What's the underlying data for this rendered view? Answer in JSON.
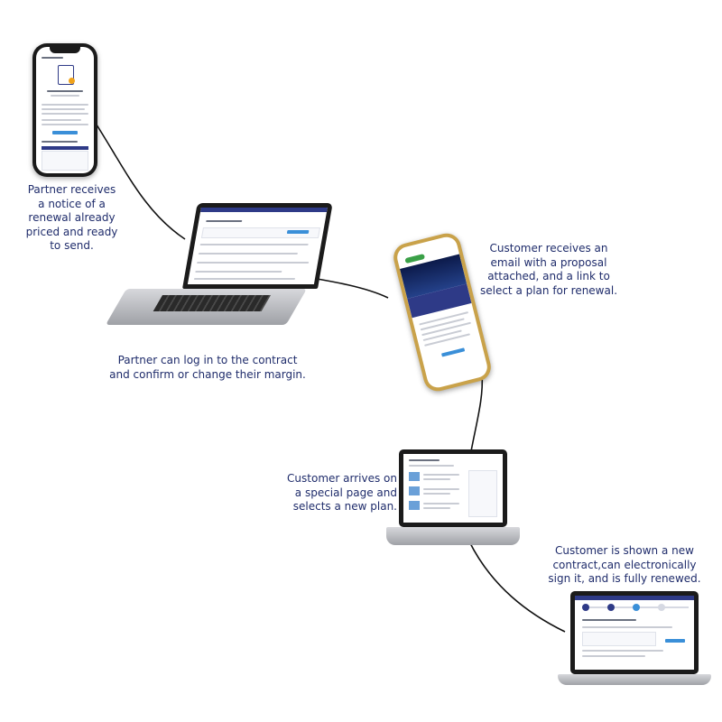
{
  "steps": [
    {
      "id": "step1",
      "caption_lines": [
        "Partner receives",
        "a notice of a",
        "renewal already",
        "priced and ready",
        "to send."
      ]
    },
    {
      "id": "step2",
      "caption_lines": [
        "Partner can log in to the contract",
        "and confirm or change their margin."
      ]
    },
    {
      "id": "step3",
      "caption_lines": [
        "Customer receives an",
        "email with a proposal",
        "attached, and a link to",
        "select a plan for renewal."
      ]
    },
    {
      "id": "step4",
      "caption_lines": [
        "Customer arrives on",
        "a special page and",
        "selects a new plan."
      ]
    },
    {
      "id": "step5",
      "caption_lines": [
        "Customer is shown a new",
        "contract,can electronically",
        "sign it, and is fully renewed."
      ]
    }
  ],
  "colors": {
    "caption": "#1f2c6b",
    "connector": "#111111",
    "brand_navy": "#2e3a87",
    "accent_blue": "#3a8fd8"
  },
  "icons": [
    "phone-mockup-icon",
    "laptop-mockup-icon"
  ]
}
